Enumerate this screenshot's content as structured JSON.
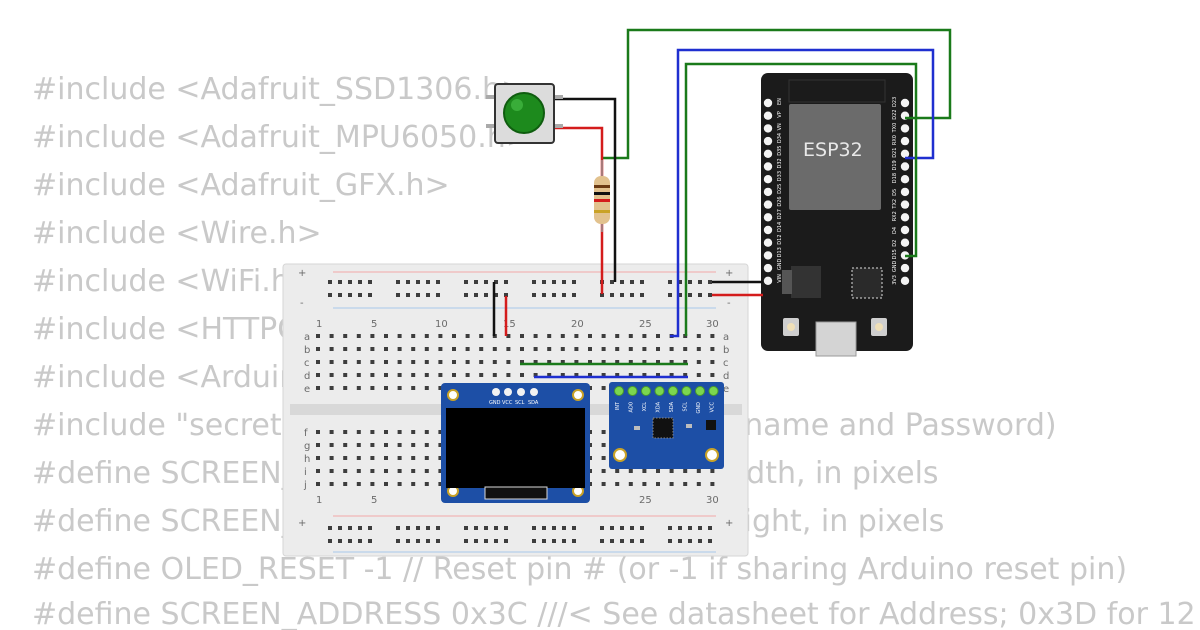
{
  "code_lines": [
    "#include <Adafruit_SSD1306.h>",
    "#include <Adafruit_MPU6050.h>",
    "#include <Adafruit_GFX.h>",
    "#include <Wire.h>",
    "#include <WiFi.h>",
    "#include <HTTPClient.h>",
    "#include <Arduino.h>",
    "#include \"secrets.h\" // WiFi Configuration (WiFi name and Password)",
    "#define SCREEN_WIDTH 128 // OLED display width, in pixels",
    "#define SCREEN_HEIGHT 64 // OLED display height, in pixels",
    "#define OLED_RESET     -1 // Reset pin # (or -1 if sharing Arduino reset pin)",
    "#define SCREEN_ADDRESS 0x3C ///< See datasheet for Address; 0x3D for 12"
  ],
  "breadboard": {
    "column_numbers": [
      "1",
      "5",
      "10",
      "15",
      "20",
      "25",
      "30"
    ],
    "row_letters_top": [
      "a",
      "b",
      "c",
      "d",
      "e"
    ],
    "row_letters_bottom": [
      "f",
      "g",
      "h",
      "i",
      "j"
    ],
    "plus_sign": "+",
    "minus_sign": "-"
  },
  "esp32": {
    "title": "ESP32",
    "left_pins": [
      "EN",
      "VP",
      "VN",
      "D34",
      "D35",
      "D32",
      "D33",
      "D25",
      "D26",
      "D27",
      "D14",
      "D12",
      "D13",
      "GND",
      "VIN"
    ],
    "right_pins": [
      "D23",
      "D22",
      "TX0",
      "RX0",
      "D21",
      "D19",
      "D18",
      "D5",
      "TX2",
      "RX2",
      "D4",
      "D2",
      "D15",
      "GND",
      "3V3"
    ]
  },
  "oled": {
    "pin_labels": [
      "GND",
      "VCC",
      "SCL",
      "SDA"
    ]
  },
  "mpu6050": {
    "pin_labels": [
      "INT",
      "AD0",
      "XCL",
      "XDA",
      "SDA",
      "SCL",
      "GND",
      "VCC"
    ]
  },
  "colors": {
    "wire_green": "#1a7a1a",
    "wire_blue": "#1f2fd0",
    "wire_black": "#111111",
    "wire_red": "#d41c1c",
    "board_dark": "#1b1b1b",
    "pcb_blue": "#1d4fa6",
    "button_green": "#1d8a1d",
    "code_gray": "#c9c9c9"
  }
}
